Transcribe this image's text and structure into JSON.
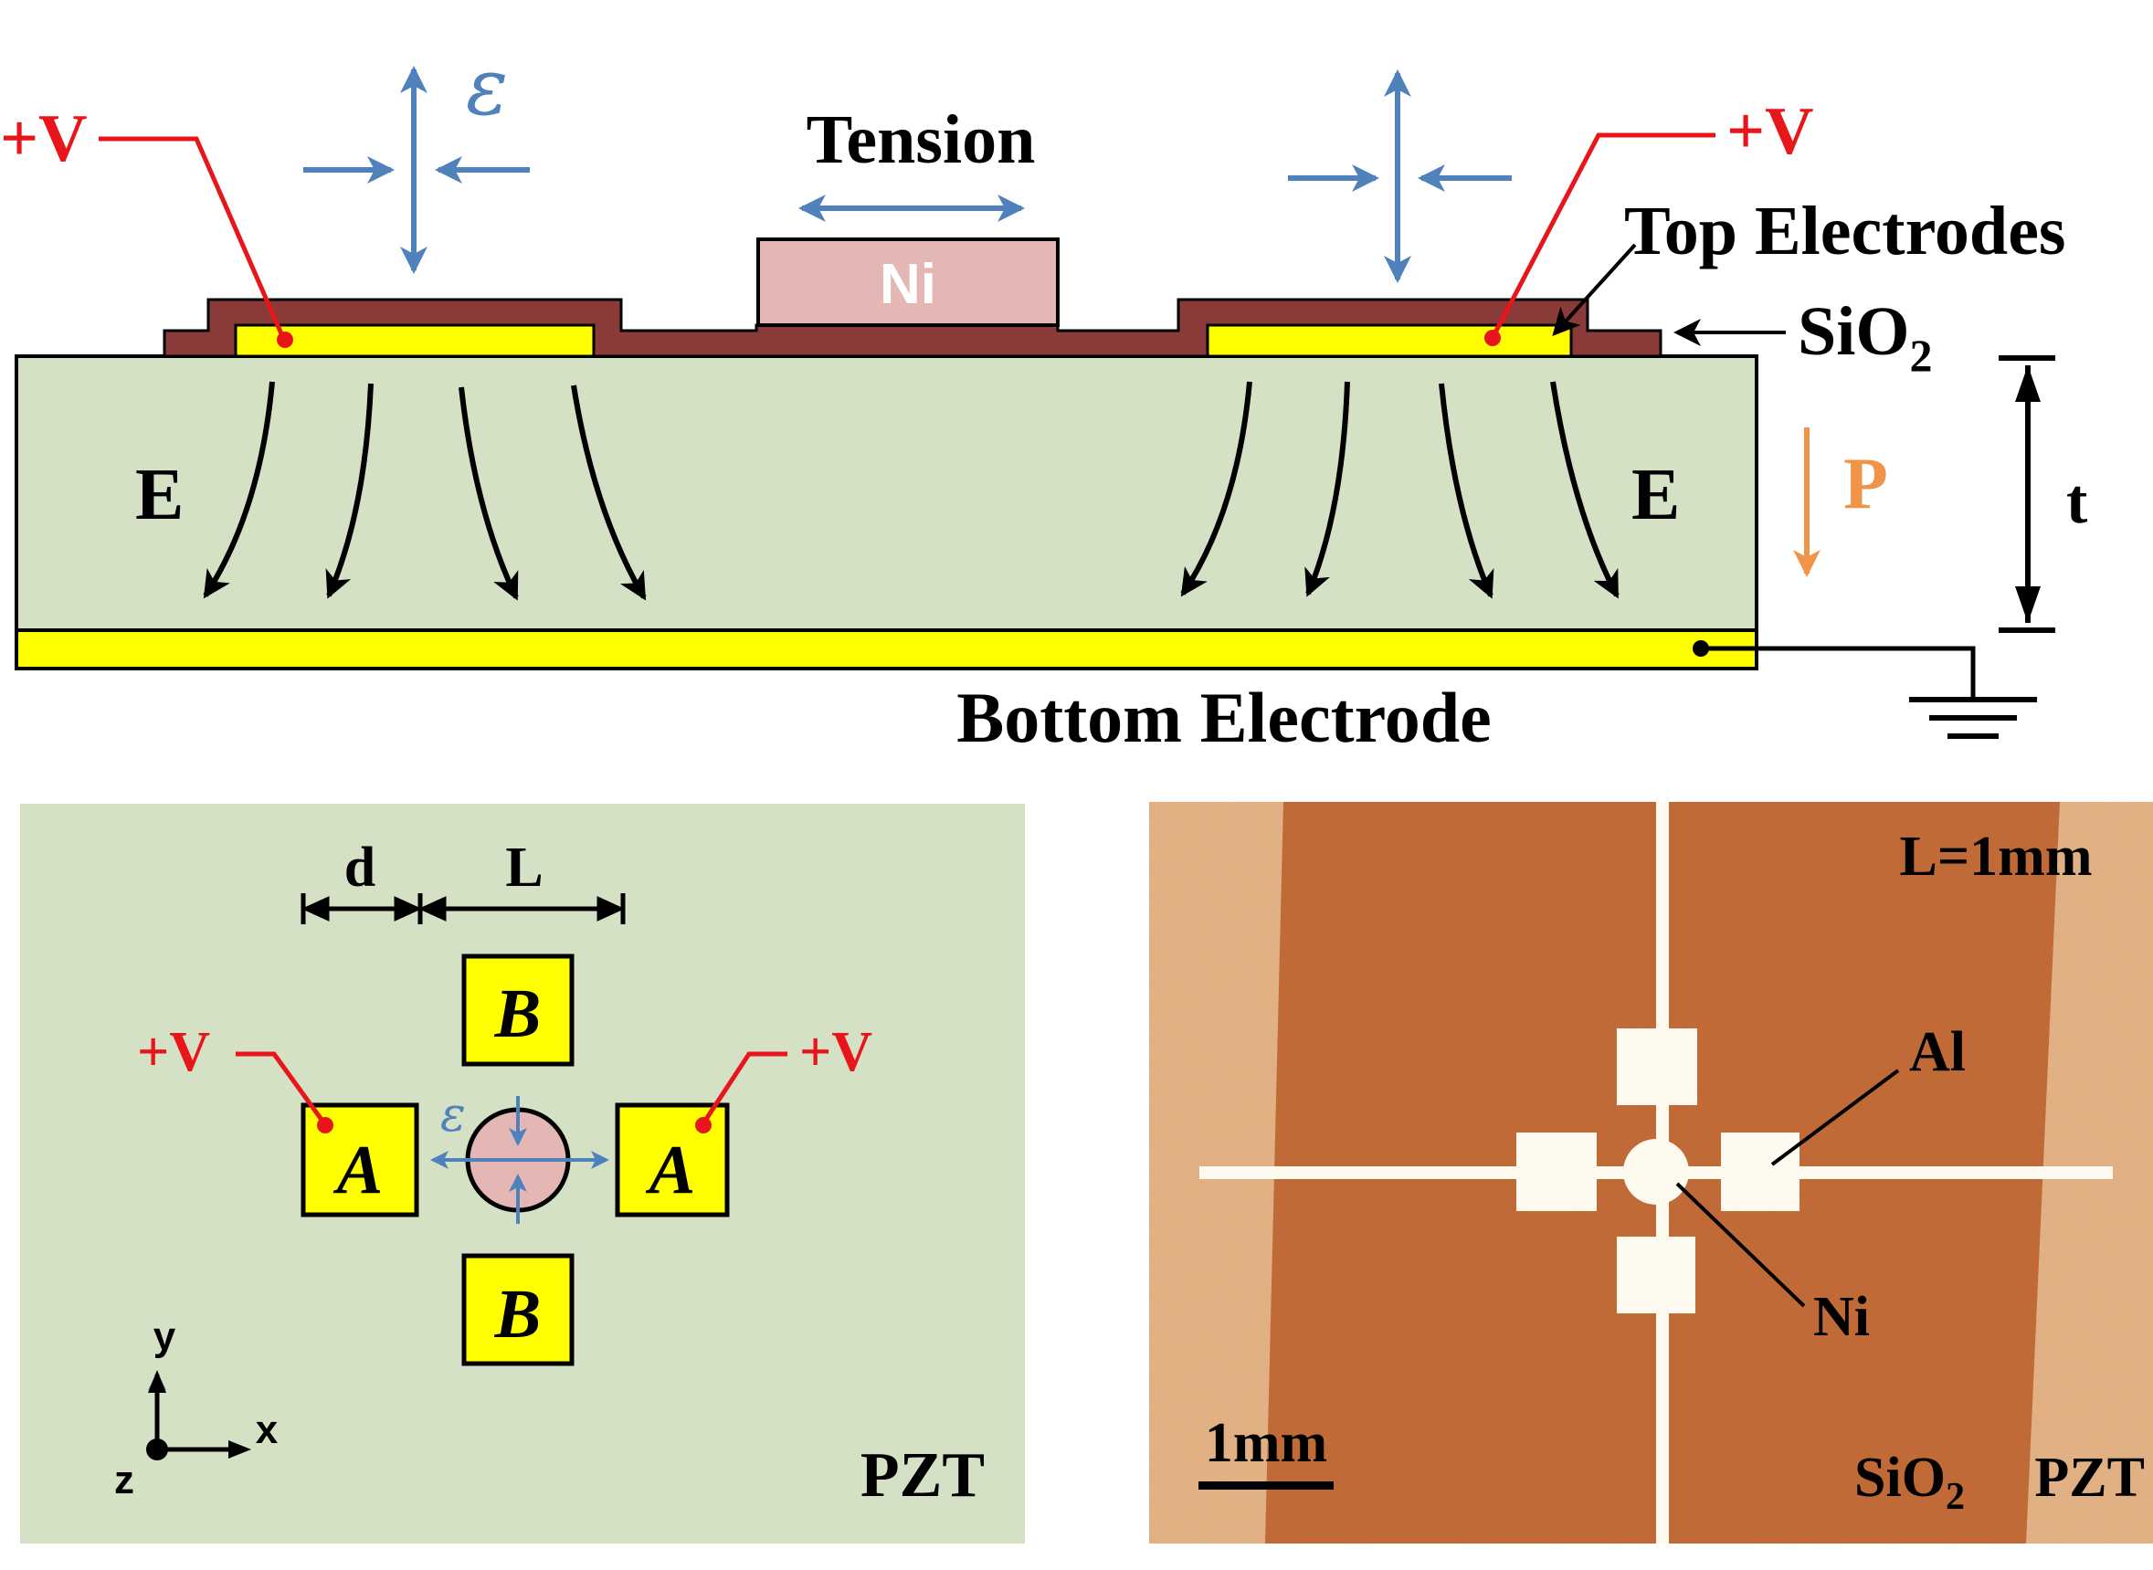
{
  "colors": {
    "pzt": "#d5e1c4",
    "electrode": "#ffff00",
    "sio2": "#8b3a3a",
    "ni": "#e4b6b4",
    "voltage": "#e8161b",
    "strain_arrow": "#4f81bd",
    "polarization": "#f0944a",
    "photo_sio2": "#c46a37",
    "photo_pzt": "#e8b98c",
    "aluminum": "#fffaf0"
  },
  "cross_section": {
    "strain_symbol": "ε",
    "voltage_left": "+V",
    "voltage_right": "+V",
    "tension_label": "Tension",
    "ni_label": "Ni",
    "top_electrodes_label": "Top Electrodes",
    "sio2_label": {
      "main": "SiO",
      "sub": "2"
    },
    "field_left": "E",
    "field_right": "E",
    "polarization_label": "P",
    "thickness_label": "t",
    "bottom_electrode_label": "Bottom Electrode"
  },
  "top_view": {
    "d_label": "d",
    "l_label": "L",
    "pad_b_top": "B",
    "pad_b_bottom": "B",
    "pad_a_left": "A",
    "pad_a_right": "A",
    "voltage_left": "+V",
    "voltage_right": "+V",
    "strain_symbol": "ε",
    "axis_y": "y",
    "axis_x": "x",
    "axis_z": "z",
    "material_label": "PZT"
  },
  "photo": {
    "size_label": "L=1mm",
    "al_label": "Al",
    "ni_label": "Ni",
    "scale_label": "1mm",
    "sio2_label": {
      "main": "SiO",
      "sub": "2"
    },
    "pzt_label": "PZT"
  }
}
